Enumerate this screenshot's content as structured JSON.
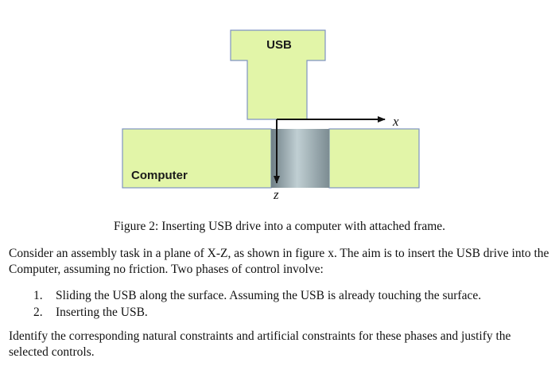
{
  "figure": {
    "usb_label": "USB",
    "computer_label": "Computer",
    "x_axis_label": "x",
    "z_axis_label": "z",
    "colors": {
      "block_fill": "#e2f5a8",
      "block_stroke": "#7f93c2",
      "port_gradient_edge": "#6f7f86",
      "port_gradient_mid": "#b7c7cc",
      "arrow": "#111111"
    }
  },
  "caption": "Figure 2: Inserting USB drive into a computer with attached frame.",
  "paragraph_1": "Consider an assembly task in a plane of X-Z, as shown in figure x. The aim is to insert the USB drive into the Computer, assuming no friction. Two phases of control involve:",
  "list": [
    {
      "number": "1.",
      "text": "Sliding the USB along the surface. Assuming the USB is already touching the surface."
    },
    {
      "number": "2.",
      "text": "Inserting the USB."
    }
  ],
  "paragraph_2": "Identify the corresponding natural constraints and artificial constraints for these phases and justify the selected controls."
}
